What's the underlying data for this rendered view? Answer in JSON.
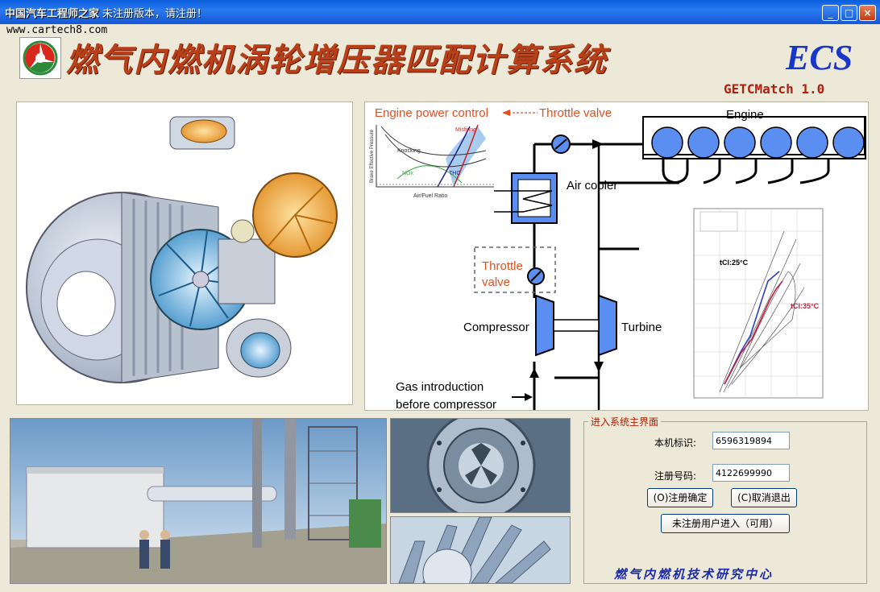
{
  "window": {
    "brand": "中国汽车工程师之家",
    "notice": "未注册版本，请注册！",
    "url": "www.cartech8.com",
    "controls": {
      "minimize": "_",
      "maximize": "□",
      "close": "×"
    }
  },
  "header": {
    "title": "燃气内燃机涡轮增压器匹配计算系统",
    "abbr": "ECS",
    "version": "GETCMatch 1.0"
  },
  "diagram": {
    "engine_power_control": "Engine power control",
    "throttle_valve_top": "Throttle valve",
    "engine": "Engine",
    "air_cooler": "Air cooler",
    "throttle_valve_line1": "Throttle",
    "throttle_valve_line2": "valve",
    "compressor": "Compressor",
    "turbine": "Turbine",
    "gas_intro_line1": "Gas introduction",
    "gas_intro_line2": "before compressor",
    "inset_misfiring": "Misfiring",
    "inset_knocking": "Knocking",
    "inset_nox": "NOx",
    "inset_thc": "THC",
    "inset_xlabel": "Air/Fuel Ratio",
    "inset_ylabel": "Brake Effective Pressure",
    "map_label_25": "tCl:25°C",
    "map_label_35": "tCl:35°C"
  },
  "login": {
    "group_title": "进入系统主界面",
    "machine_id_label": "本机标识:",
    "machine_id_value": "6596319894",
    "reg_code_label": "注册号码:",
    "reg_code_value": "4122699990",
    "confirm_button": "(O)注册确定",
    "cancel_button": "(C)取消退出",
    "enter_unregistered_button": "未注册用户进入（可用）"
  },
  "footer": {
    "center": "燃气内燃机技术研究中心"
  },
  "colors": {
    "title_red": "#b84018",
    "abbr_blue": "#1836c8",
    "diagram_blue": "#4a80e0",
    "accent_red": "#e05020"
  }
}
